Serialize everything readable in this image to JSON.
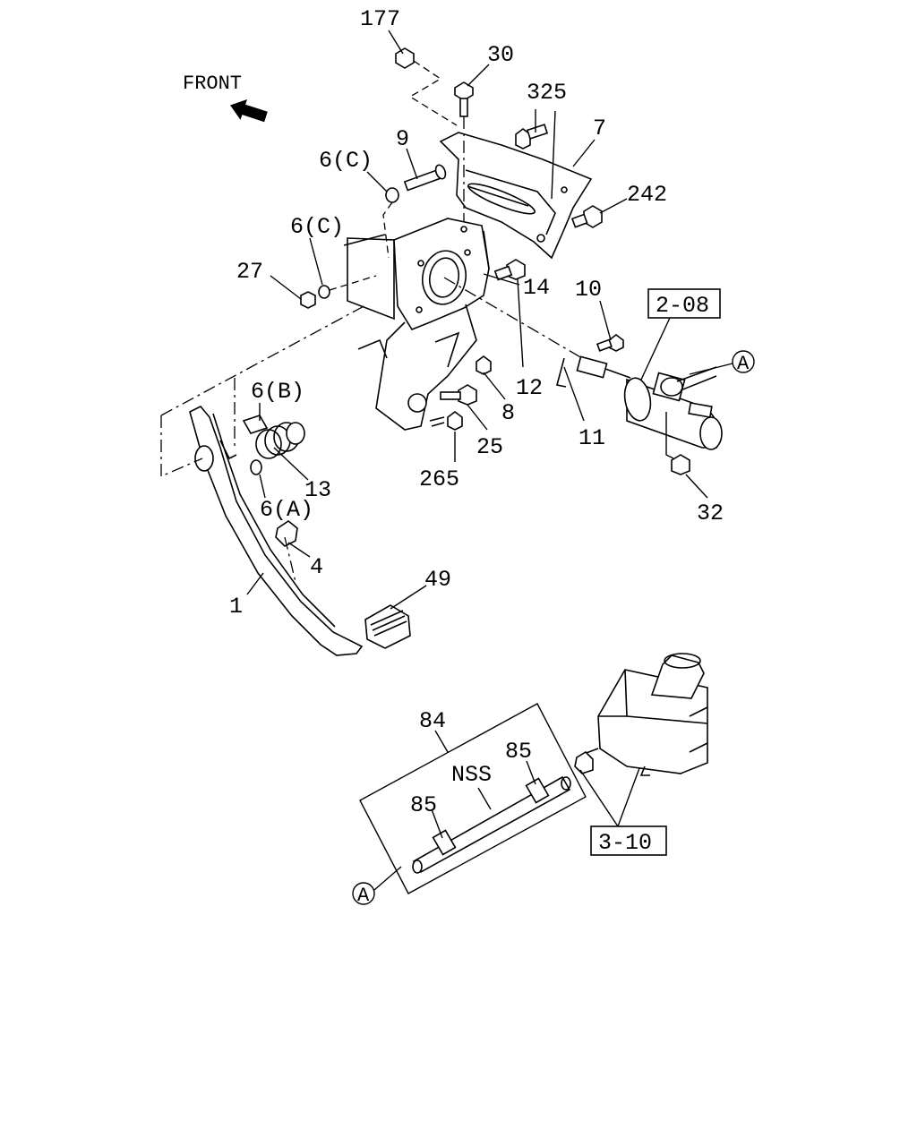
{
  "diagram": {
    "front_label": "FRONT",
    "ref_labels": {
      "r1": "2-08",
      "r2": "3-10"
    },
    "connector_marks": {
      "top": "A",
      "bottom": "A"
    },
    "callouts": {
      "c177": "177",
      "c30": "30",
      "c325": "325",
      "c7": "7",
      "c9": "9",
      "c6c_a": "6(C)",
      "c242": "242",
      "c6c_b": "6(C)",
      "c27": "27",
      "c14": "14",
      "c10": "10",
      "c12": "12",
      "c8": "8",
      "c11": "11",
      "c6b": "6(B)",
      "c25": "25",
      "c265": "265",
      "c13": "13",
      "c6a": "6(A)",
      "c32": "32",
      "c4": "4",
      "c49": "49",
      "c1": "1",
      "c84": "84",
      "c85a": "85",
      "cnss": "NSS",
      "c85b": "85"
    }
  }
}
